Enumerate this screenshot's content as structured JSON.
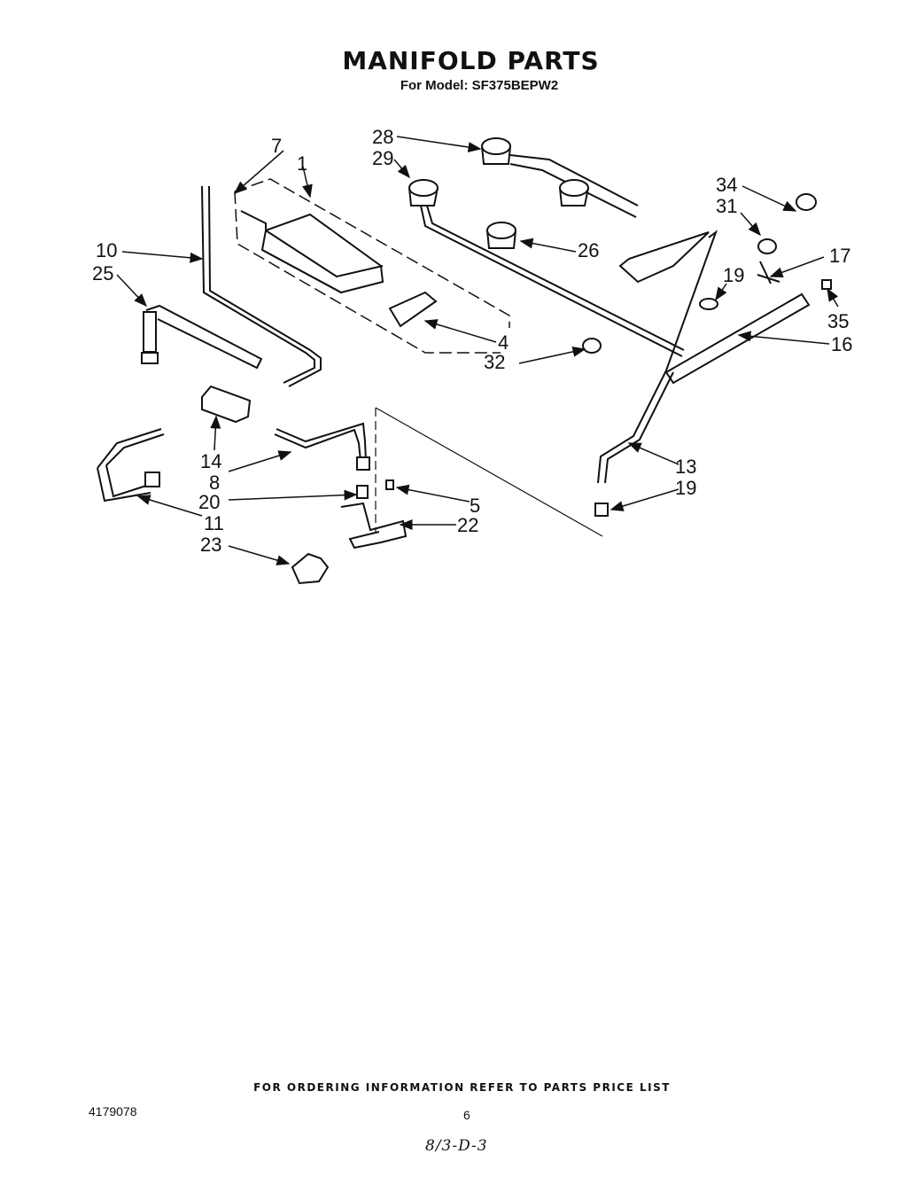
{
  "header": {
    "title": "MANIFOLD PARTS",
    "subtitle": "For Model: SF375BEPW2"
  },
  "part_labels": [
    "7",
    "1",
    "28",
    "29",
    "34",
    "31",
    "10",
    "25",
    "26",
    "17",
    "19",
    "35",
    "4",
    "16",
    "32",
    "14",
    "13",
    "8",
    "19",
    "20",
    "5",
    "22",
    "11",
    "23"
  ],
  "footer": {
    "ordering_note": "FOR ORDERING INFORMATION REFER TO PARTS PRICE LIST",
    "document_number": "4179078",
    "page_number": "6",
    "handwritten_note": "8/3-D-3"
  }
}
